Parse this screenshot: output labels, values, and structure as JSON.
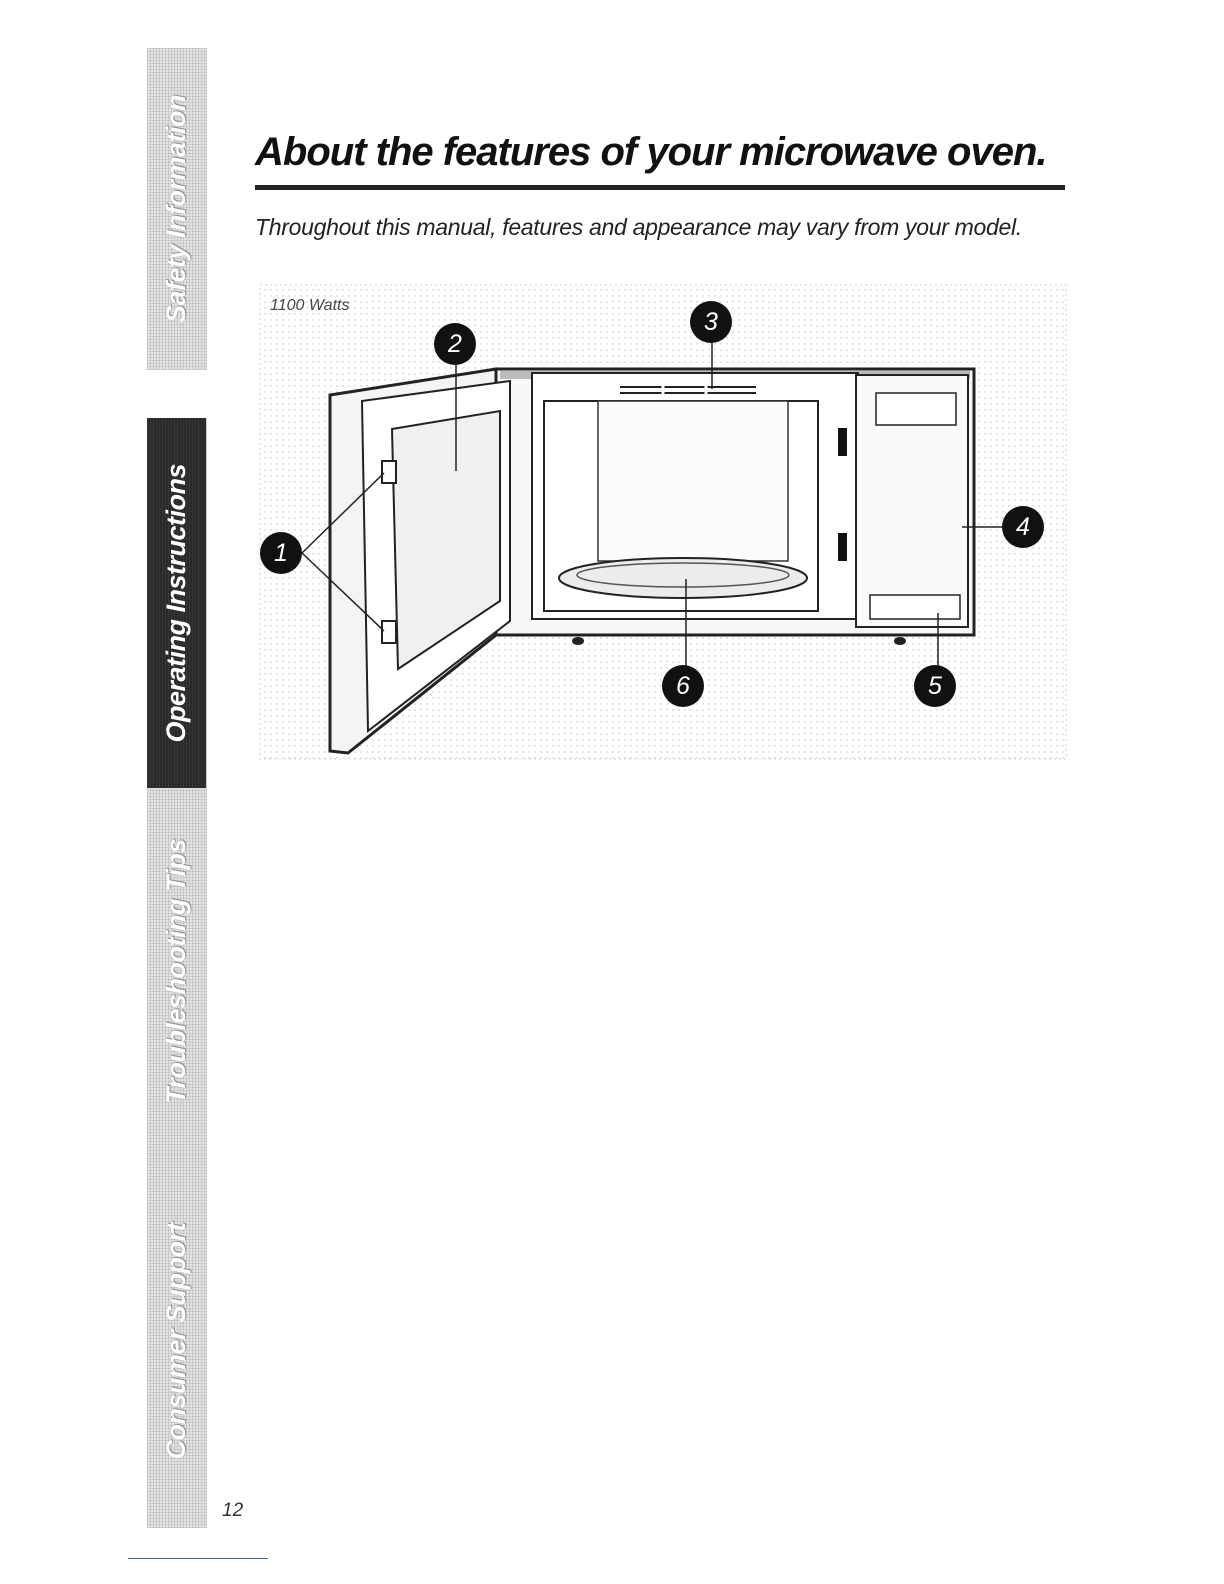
{
  "sidebar": {
    "tabs": [
      {
        "label": "Safety Information",
        "active": false
      },
      {
        "label": "Operating Instructions",
        "active": true
      },
      {
        "label": "Troubleshooting Tips",
        "active": false
      },
      {
        "label": "Consumer Support",
        "active": false
      }
    ]
  },
  "page": {
    "title": "About the features of your microwave oven.",
    "subtitle": "Throughout this manual, features and appearance may vary from your model.",
    "page_number": "12"
  },
  "diagram": {
    "model_label": "1100 Watts",
    "callouts": [
      "1",
      "2",
      "3",
      "4",
      "5",
      "6"
    ]
  }
}
